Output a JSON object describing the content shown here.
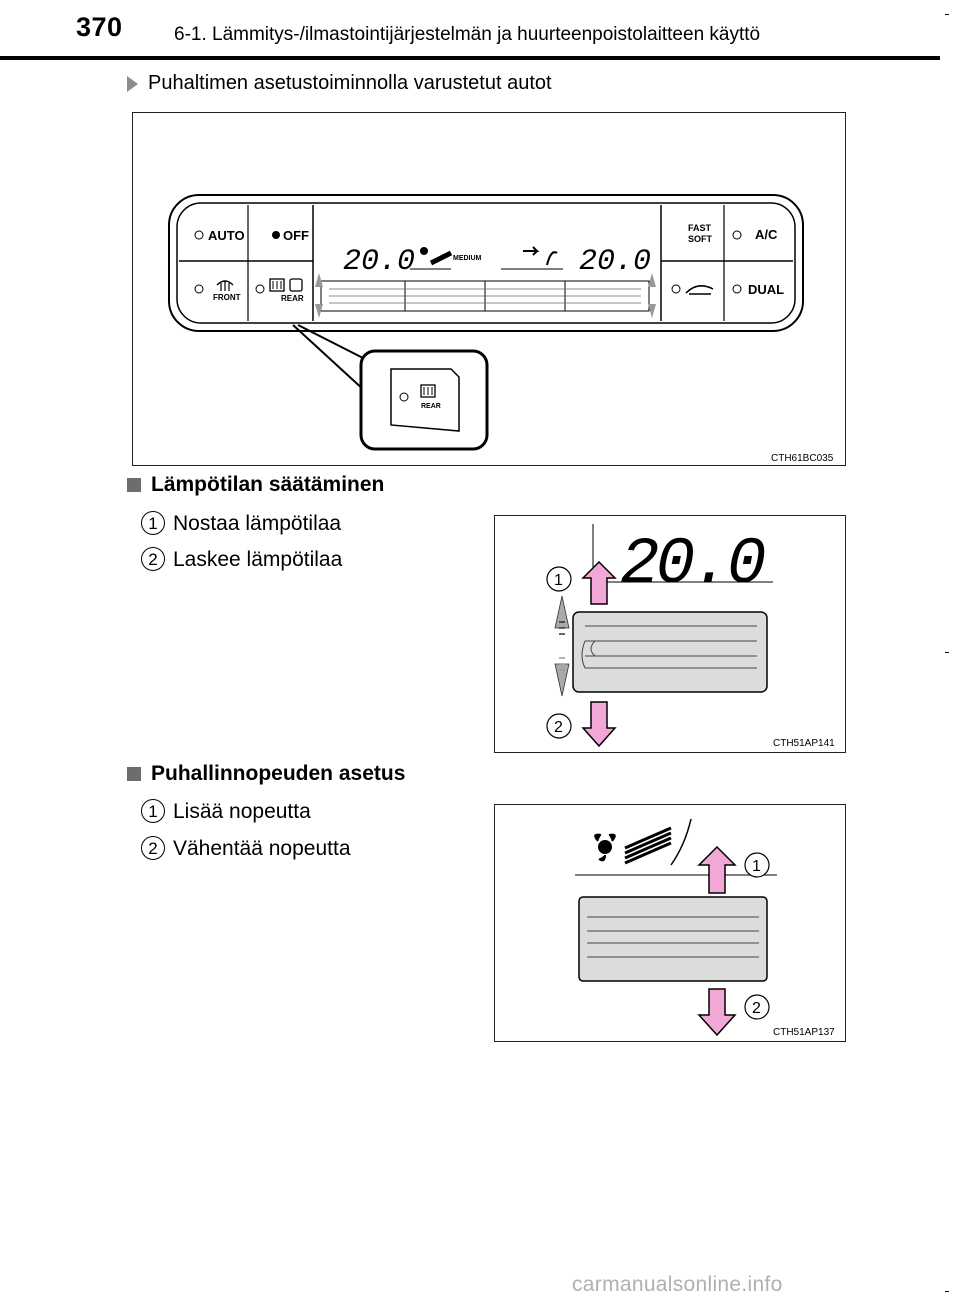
{
  "header": {
    "page_number": "370",
    "section_title": "6-1. Lämmitys-/ilmastointijärjestelmän ja huurteenpoistolaitteen käyttö"
  },
  "intro": {
    "heading": "Puhaltimen asetustoiminnolla varustetut autot"
  },
  "figure_main": {
    "code": "CTH61BC035",
    "buttons": {
      "auto": "AUTO",
      "off": "OFF",
      "front": "FRONT",
      "rear": "REAR",
      "fast": "FAST",
      "soft": "SOFT",
      "ac": "A/C",
      "dual": "DUAL"
    },
    "display": {
      "temp_left": "20.0",
      "temp_right": "20.0",
      "fan_mode": "MEDIUM"
    },
    "callout_label": "REAR"
  },
  "section_temp": {
    "title": "Lämpötilan säätäminen",
    "items": [
      {
        "num": "1",
        "text": "Nostaa lämpötilaa"
      },
      {
        "num": "2",
        "text": "Laskee lämpötilaa"
      }
    ],
    "figure": {
      "code": "CTH51AP141",
      "display_value": "20.0",
      "callouts": [
        "1",
        "2"
      ]
    }
  },
  "section_fan": {
    "title": "Puhallinnopeuden asetus",
    "items": [
      {
        "num": "1",
        "text": "Lisää nopeutta"
      },
      {
        "num": "2",
        "text": "Vähentää nopeutta"
      }
    ],
    "figure": {
      "code": "CTH51AP137",
      "callouts": [
        "1",
        "2"
      ]
    }
  },
  "watermark": "carmanualsonline.info",
  "colors": {
    "arrow_fill": "#f2a8d6",
    "panel_grey": "#dcdcdc",
    "bullet_grey": "#6d6d6d"
  }
}
